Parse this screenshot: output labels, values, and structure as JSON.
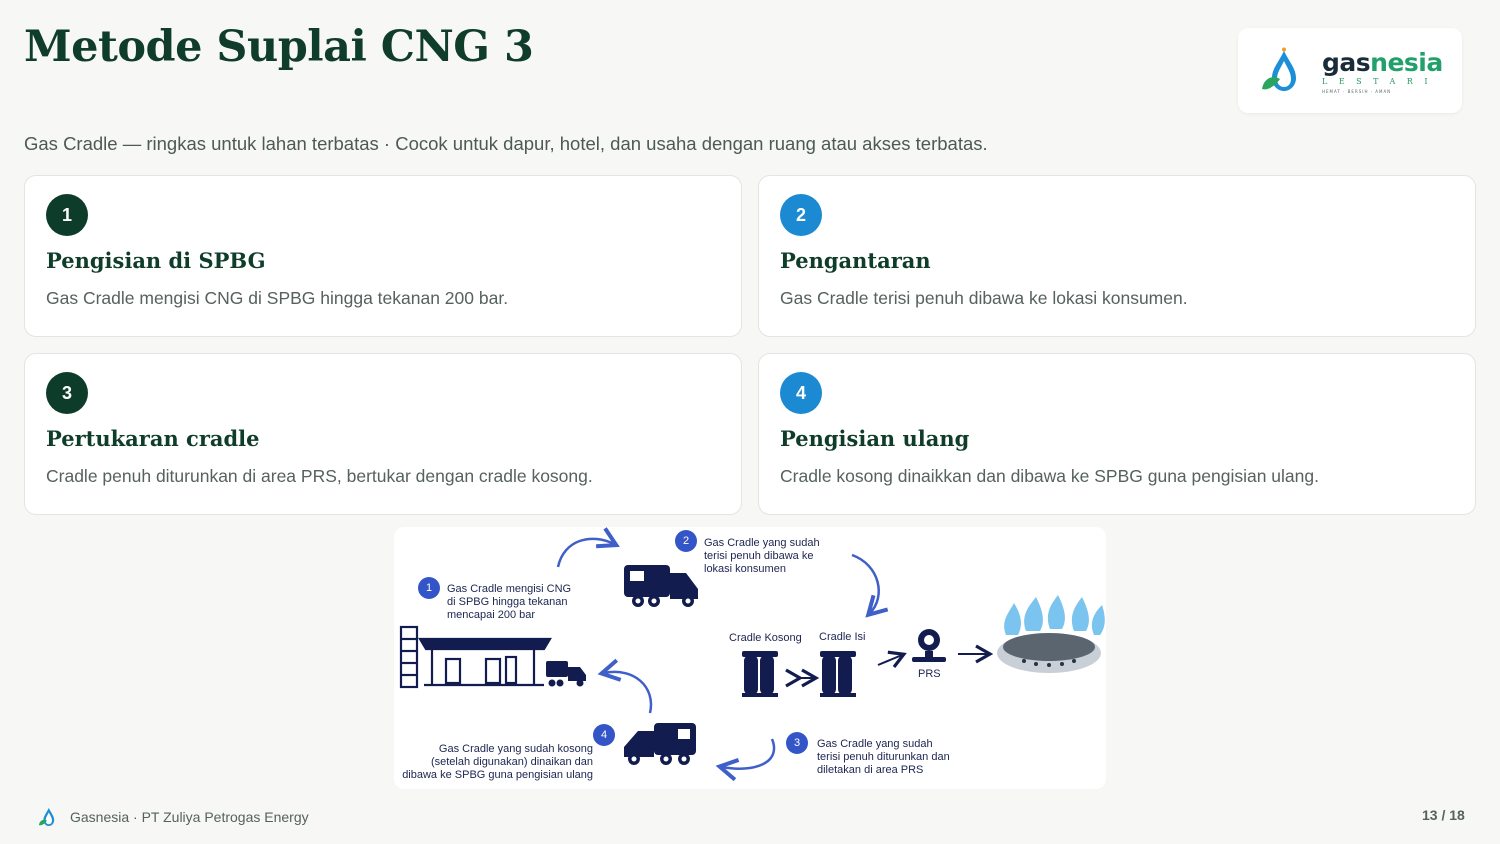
{
  "title": "Metode Suplai CNG 3",
  "subtitle": "Gas Cradle — ringkas untuk lahan terbatas · Cocok untuk dapur, hotel, dan usaha dengan ruang atau akses terbatas.",
  "logo": {
    "word_part1": "gas",
    "word_part2": "nesia",
    "sub": "LESTARI",
    "tagline": "HEMAT · BERSIH · AMAN"
  },
  "steps": [
    {
      "num": "1",
      "title": "Pengisian di SPBG",
      "text": "Gas Cradle mengisi CNG di SPBG hingga tekanan 200 bar.",
      "color": "#0d3d2a"
    },
    {
      "num": "2",
      "title": "Pengantaran",
      "text": "Gas Cradle terisi penuh dibawa ke lokasi konsumen.",
      "color": "#1b8ad3"
    },
    {
      "num": "3",
      "title": "Pertukaran cradle",
      "text": "Cradle penuh diturunkan di area PRS, bertukar dengan cradle kosong.",
      "color": "#0d3d2a"
    },
    {
      "num": "4",
      "title": "Pengisian ulang",
      "text": "Cradle kosong dinaikkan dan dibawa ke SPBG guna pengisian ulang.",
      "color": "#1b8ad3"
    }
  ],
  "diagram": {
    "step1": {
      "num": "1",
      "line1": "Gas Cradle mengisi CNG",
      "line2": "di SPBG hingga tekanan",
      "line3": "mencapai 200 bar"
    },
    "step2": {
      "num": "2",
      "line1": "Gas Cradle yang sudah",
      "line2": "terisi penuh dibawa ke",
      "line3": "lokasi konsumen"
    },
    "step3": {
      "num": "3",
      "line1": "Gas Cradle yang sudah",
      "line2": "terisi penuh diturunkan dan",
      "line3": "diletakan di area PRS"
    },
    "step4": {
      "num": "4",
      "line1": "Gas Cradle yang sudah kosong",
      "line2": "(setelah digunakan) dinaikan dan",
      "line3": "dibawa ke SPBG guna pengisian ulang"
    },
    "cradle_empty": "Cradle Kosong",
    "cradle_full": "Cradle Isi",
    "prs": "PRS",
    "colors": {
      "navy": "#131c4e",
      "blue": "#3355c8",
      "flame": "#7cc4f0"
    }
  },
  "footer": {
    "company": "Gasnesia · PT Zuliya Petrogas Energy",
    "page": "13 / 18"
  }
}
